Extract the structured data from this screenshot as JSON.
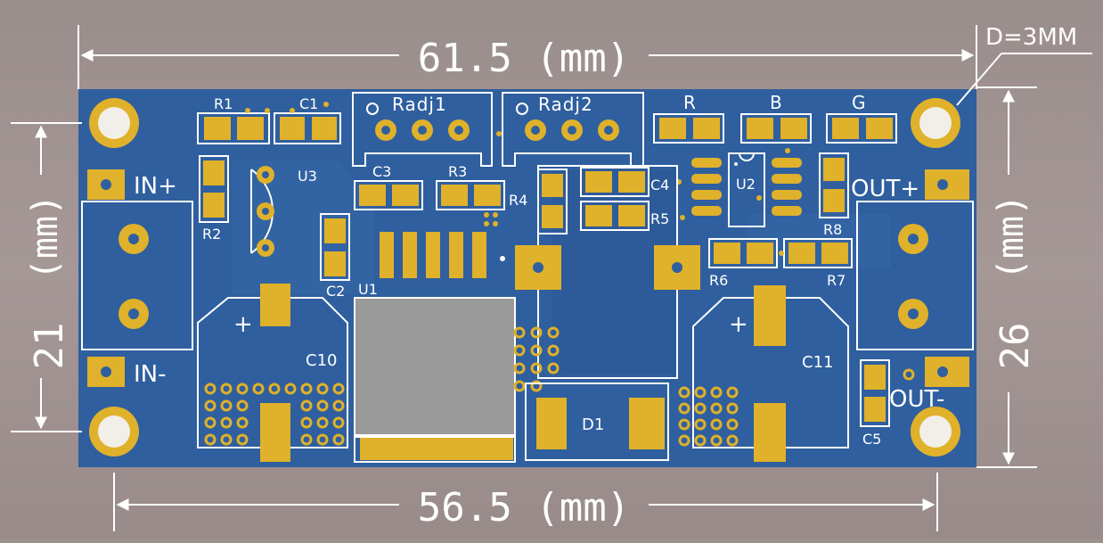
{
  "diagram": {
    "colors": {
      "background": "#9c8f8c",
      "board": "#2f5f9e",
      "pad": "#e0b12a",
      "silkscreen": "#ffffff",
      "heatsink": "#9a9a9a"
    },
    "dimensions": {
      "top": "61.5 (mm)",
      "bottom": "56.5 (mm)",
      "left_value": "21",
      "left_unit": "(mm)",
      "right_value": "26",
      "right_unit": "(mm)",
      "hole": "D=3MM"
    },
    "connectors": {
      "in_plus": "IN+",
      "in_minus": "IN-",
      "out_plus": "OUT+",
      "out_minus": "OUT-"
    },
    "components": {
      "R1": "R1",
      "C1": "C1",
      "R2": "R2",
      "U3": "U3",
      "Radj1": "Radj1",
      "Radj2": "Radj2",
      "C3": "C3",
      "R3": "R3",
      "R4": "R4",
      "C4": "C4",
      "R5": "R5",
      "R": "R",
      "B": "B",
      "G": "G",
      "U2": "U2",
      "R8": "R8",
      "R6": "R6",
      "R7": "R7",
      "C2": "C2",
      "U1": "U1",
      "C10": "C10",
      "C11": "C11",
      "D1": "D1",
      "C5": "C5",
      "plus_c10": "+",
      "plus_c11": "+"
    }
  }
}
